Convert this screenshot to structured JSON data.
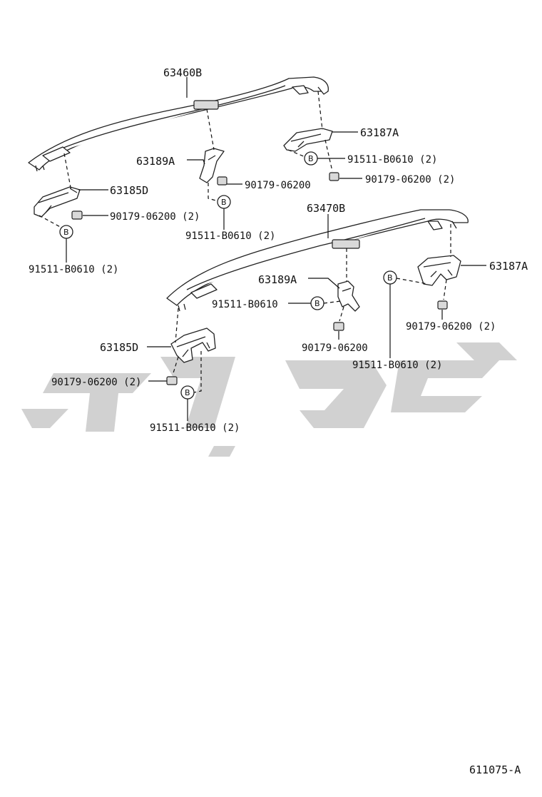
{
  "diagram": {
    "reference_code": "611075-A",
    "watermark_text": "تکیان",
    "callout_letter": "B",
    "labels": {
      "rail_top": "63460B",
      "rail_bottom": "63470B",
      "bracket_left_top": "63185D",
      "bracket_left_bottom": "63185D",
      "bracket_right_top": "63187A",
      "bracket_right_bottom": "63187A",
      "center_top": "63189A",
      "center_bottom": "63189A",
      "bolt_left_top": "91511-B0610 (2)",
      "bolt_right_top": "91511-B0610 (2)",
      "bolt_center_top": "91511-B0610 (2)",
      "bolt_center_bottom": "91511-B0610",
      "bolt_right_bottom": "91511-B0610 (2)",
      "bolt_left_bottom": "91511-B0610 (2)",
      "nut_left_top": "90179-06200 (2)",
      "nut_right_top": "90179-06200 (2)",
      "nut_center_top": "90179-06200",
      "nut_center_bottom": "90179-06200",
      "nut_right_bottom": "90179-06200 (2)",
      "nut_left_bottom": "90179-06200 (2)"
    }
  }
}
